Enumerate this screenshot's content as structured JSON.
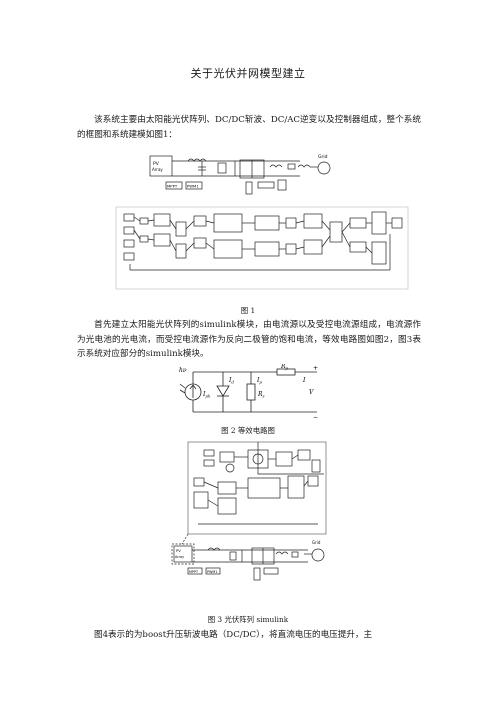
{
  "document": {
    "title": "关于光伏并网模型建立",
    "paragraph1": "该系统主要由太阳能光伏阵列、DC/DC斩波、DC/AC逆变以及控制器组成，整个系统的框图和系统建模如图1：",
    "paragraph2": "首先建立太阳能光伏阵列的simulink模块，由电流源以及受控电流源组成，电流源作为光电池的光电流，而受控电流源作为反向二极管的饱和电流，等效电路图如图2，图3表示系统对应部分的simulink模块。",
    "paragraph3": "图4表示的为boost升压斩波电路（DC/DC），将直流电压的电压提升，主"
  },
  "figures": {
    "fig1_caption": "图 1",
    "fig2_caption": "图 2 等效电路图",
    "fig3_caption": "图 3 光伏阵列 simulink"
  },
  "circuit_labels": {
    "pv_array": "PV",
    "pv_array2": "Array",
    "grid": "Grid",
    "mppt": "MPPT",
    "pwm1": "PWM1",
    "hv": "hν",
    "iph": "I",
    "iph_sub": "ph",
    "id": "I",
    "id_sub": "d",
    "ip": "I",
    "ip_sub": "p",
    "rs": "R",
    "rs_sub": "s",
    "rp": "R",
    "rp_sub": "p",
    "i_out": "I",
    "v_out": "V",
    "plus": "+",
    "minus": "−"
  }
}
